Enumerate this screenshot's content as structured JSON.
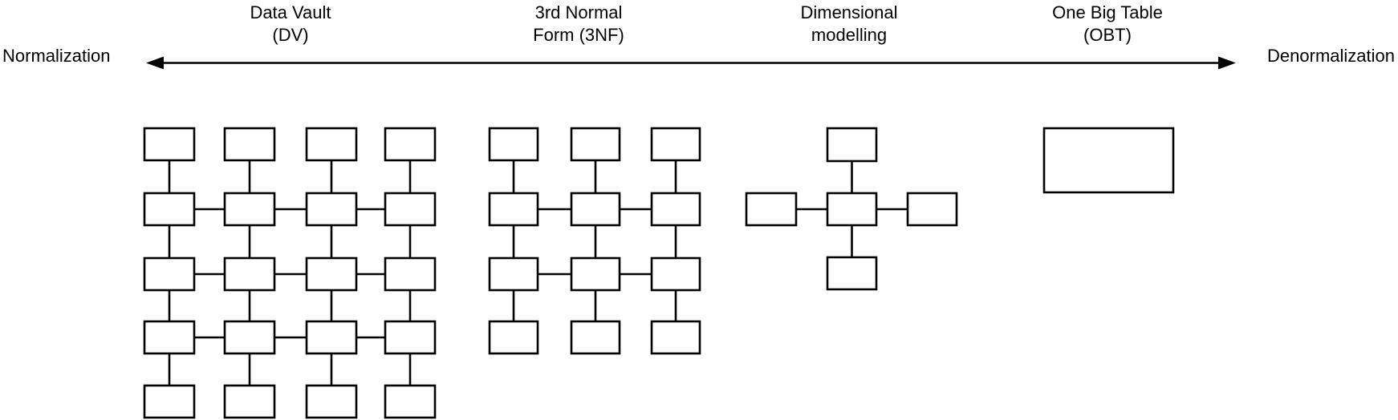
{
  "page": {
    "background_color": "#ffffff",
    "line_color": "#000000"
  },
  "axis": {
    "left_label": "Normalization",
    "right_label": "Denormalization",
    "style": "double-headed-arrow"
  },
  "approaches": [
    {
      "name": "data-vault",
      "label_line1": "Data Vault",
      "label_line2": "(DV)",
      "schema": {
        "kind": "grid",
        "cols": 4,
        "rows": 5,
        "h_linked_rows": [
          1,
          2,
          3
        ]
      }
    },
    {
      "name": "third-normal-form",
      "label_line1": "3rd Normal",
      "label_line2": "Form (3NF)",
      "schema": {
        "kind": "grid",
        "cols": 3,
        "rows": 4,
        "h_linked_rows": [
          1,
          2
        ]
      }
    },
    {
      "name": "dimensional-modelling",
      "label_line1": "Dimensional",
      "label_line2": "modelling",
      "schema": {
        "kind": "star",
        "satellites": [
          "top",
          "left",
          "right",
          "bottom"
        ]
      }
    },
    {
      "name": "one-big-table",
      "label_line1": "One Big Table",
      "label_line2": "(OBT)",
      "schema": {
        "kind": "single",
        "tables": 1
      }
    }
  ]
}
